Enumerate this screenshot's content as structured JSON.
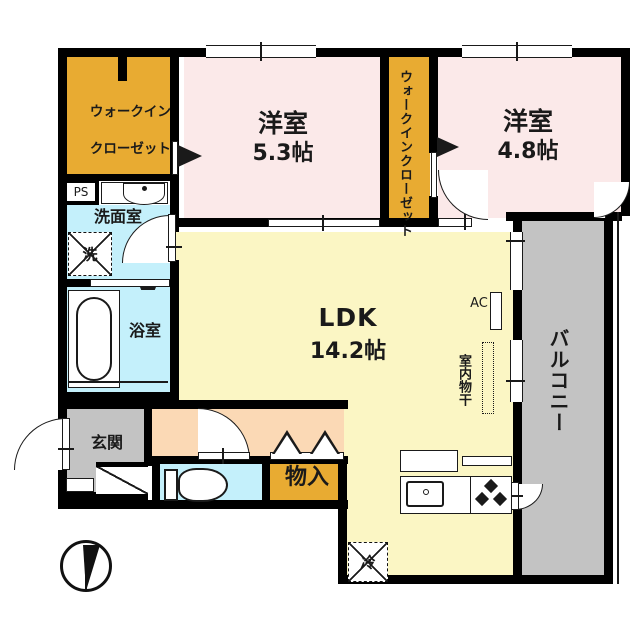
{
  "plan": {
    "type": "japanese-floor-plan",
    "rooms": [
      {
        "id": "wic-left",
        "label": "ウォークイン\nクローゼット",
        "orientation": "horizontal",
        "color": "#e8ab32"
      },
      {
        "id": "washitsu-1",
        "label": "洋室",
        "area": "5.3帖",
        "color": "#fbe9e9"
      },
      {
        "id": "wic-mid",
        "label": "ウォークインクローゼット",
        "orientation": "vertical",
        "color": "#e8ab32"
      },
      {
        "id": "washitsu-2",
        "label": "洋室",
        "area": "4.8帖",
        "color": "#fbe9e9"
      },
      {
        "id": "ldk",
        "label": "LDK",
        "area": "14.2帖",
        "color": "#fbf6c4"
      },
      {
        "id": "senmenshitsu",
        "label": "洗面室",
        "color": "#c4f0fb"
      },
      {
        "id": "yokushitsu",
        "label": "浴室",
        "color": "#c4f0fb"
      },
      {
        "id": "genkan",
        "label": "玄関",
        "color": "#c3c3c3"
      },
      {
        "id": "monoire",
        "label": "物入",
        "color": "#e8ab32"
      },
      {
        "id": "balcony",
        "label": "バルコニー",
        "orientation": "vertical",
        "color": "#c3c3c3"
      }
    ],
    "markers": {
      "ps": "PS",
      "ac": "AC",
      "washer": "洗",
      "fridge": "冷",
      "laundry_pole": "室内物干"
    },
    "compass": {
      "direction": "north"
    }
  },
  "labels": {
    "wic_left_line1": "ウォークイン",
    "wic_left_line2": "クローゼット",
    "wic_mid": "ウォークインクローゼット",
    "room1_name": "洋室",
    "room1_area": "5.3帖",
    "room2_name": "洋室",
    "room2_area": "4.8帖",
    "ldk_name": "LDK",
    "ldk_area": "14.2帖",
    "washroom": "洗面室",
    "bath": "浴室",
    "entrance": "玄関",
    "storage": "物入",
    "balcony": "バルコニー",
    "ps": "PS",
    "ac": "AC",
    "washer": "洗",
    "fridge": "冷",
    "laundry": "室内物干"
  },
  "colors": {
    "wall": "#000000",
    "closet": "#e8ab32",
    "bedroom": "#fbe9e9",
    "ldk": "#fbf6c4",
    "wet": "#c4f0fb",
    "hall": "#fbd9b5",
    "gray": "#c3c3c3",
    "background": "#ffffff"
  }
}
